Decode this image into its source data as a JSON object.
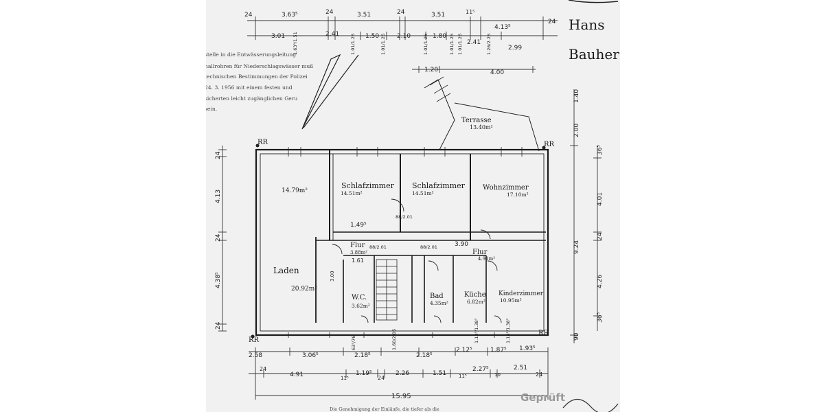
{
  "header": {
    "top_right": [
      "Hans",
      "Bauher"
    ]
  },
  "notice_lines": [
    "stelle in die Entwässerungsleitung",
    "hallrohren für Niederschlagswässer muß",
    "technischen Bestimmungen der Polizei",
    "24. 3. 1956 mit einem festen und",
    "sicherten leicht zugänglichen Geru",
    "sein."
  ],
  "rooms": {
    "laden": {
      "name": "Laden",
      "area": "20.92m²"
    },
    "room_left_top": {
      "area": "14.79m²"
    },
    "schlaf1": {
      "name": "Schlafzimmer",
      "area": "14.51m²"
    },
    "schlaf2": {
      "name": "Schlafzimmer",
      "area": "14.51m²"
    },
    "wohn": {
      "name": "Wohnzimmer",
      "area": "17.10m²"
    },
    "flur1": {
      "name": "Flur",
      "area": "3.88m²"
    },
    "flur2": {
      "name": "Flur",
      "area": "4.91m²"
    },
    "wc": {
      "name": "W.C.",
      "area": "3.62m²"
    },
    "bad": {
      "name": "Bad",
      "area": "4.35m²"
    },
    "kueche": {
      "name": "Küche",
      "area": "6.82m²"
    },
    "kinder": {
      "name": "Kinderzimmer",
      "area": "10.95m²"
    },
    "terrasse": {
      "name": "Terrasse",
      "area": "13.40m²"
    }
  },
  "markers": {
    "rr": "RR"
  },
  "dims_top_row1": [
    "24",
    "3.63⁵",
    "24",
    "3.51",
    "24",
    "3.51",
    "11⁵",
    "4.13⁵",
    "24"
  ],
  "dims_top_row2": [
    "3.01",
    "2.41",
    "1.50",
    "2.10",
    "1.80",
    "2.41",
    "2.99"
  ],
  "dims_top_openings": [
    "1.63⁵/1.51",
    "1.01/1.26",
    "1.01/1.26",
    "1.01/1.26",
    "1.01/1.26",
    "1.01/1.26",
    "1.26/2.26"
  ],
  "dims_top_row3": [
    "1.20",
    "4.00"
  ],
  "dims_left": [
    "24",
    "4.13",
    "24",
    "4.38⁵",
    "24"
  ],
  "dims_right_outer": [
    "1.40",
    "2.00",
    "9.24",
    "90"
  ],
  "dims_right_inner": [
    "36⁵",
    "4.01",
    "24",
    "4.26",
    "36⁵"
  ],
  "dims_bottom_row1": [
    "2.58",
    "3.06⁵",
    "2.18⁵",
    "2.18⁵",
    "2.12⁵",
    "1.87⁵",
    "1.93⁵"
  ],
  "dims_bottom_openings": [
    "63⁵/76",
    "1.60/2.05",
    "1.13⁵/1.38⁵",
    "1.13⁵/1.38⁵"
  ],
  "dims_bottom_row2": [
    "24",
    "4.91",
    "11⁵",
    "1.19⁵",
    "24",
    "2.26",
    "1.51",
    "11⁵",
    "2.27⁵",
    "10",
    "2.51",
    "24"
  ],
  "dims_total": "15.95",
  "dims_inner": {
    "flur_len": "1.49⁵",
    "width_390": "3.90",
    "w161": "1.61",
    "w300": "3.00",
    "door_88_201": "88/2.01",
    "door_88_201b": "88/2.01",
    "door_88_201c": "88/2.01"
  },
  "stamp": "Geprüft",
  "footer_text": "Die Genehmigung der Einläufe, die tiefer als die"
}
